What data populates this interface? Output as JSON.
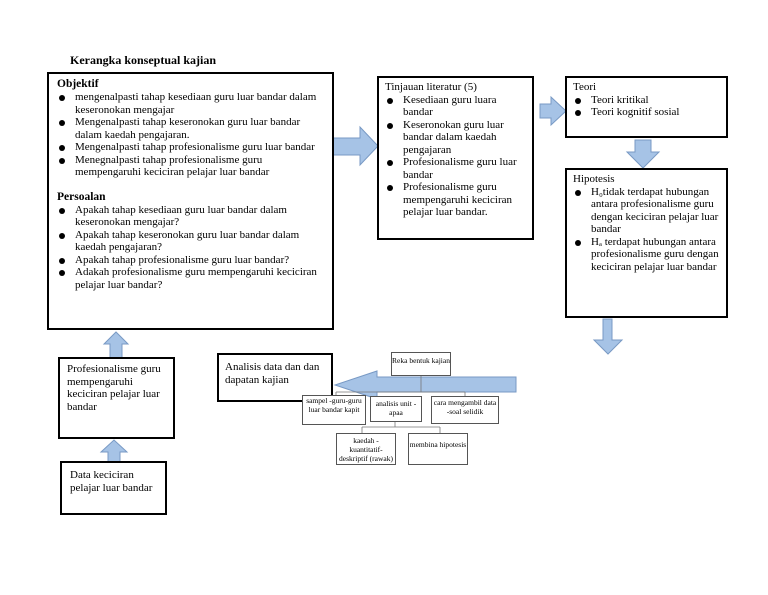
{
  "title": "Kerangka konseptual kajian",
  "objektif": {
    "heading": "Objektif",
    "items": [
      "mengenalpasti tahap kesediaan guru luar bandar dalam  keseronokan  mengajar",
      "Mengenalpasti tahap keseronokan guru luar bandar dalam  kaedah  pengajaran.",
      "Mengenalpasti tahap profesionalisme guru luar bandar",
      "Menegnalpasti tahap profesionalisme guru mempengaruhi keciciran pelajar luar bandar"
    ]
  },
  "persoalan": {
    "heading": "Persoalan",
    "items": [
      "Apakah tahap kesediaan guru luar bandar dalam keseronokan mengajar?",
      "Apakah tahap keseronokan guru luar bandar dalam kaedah pengajaran?",
      "Apakah tahap profesionalisme guru luar bandar?",
      "Adakah profesionalisme guru mempengaruhi keciciran pelajar luar bandar?"
    ]
  },
  "tinjauan": {
    "heading": "Tinjauan literatur (5)",
    "items": [
      "Kesediaan guru luara bandar",
      "Keseronokan guru luar bandar dalam kaedah pengajaran",
      "Profesionalisme guru luar bandar",
      "Profesionalisme guru mempengaruhi keciciran pelajar luar bandar."
    ]
  },
  "teori": {
    "heading": "Teori",
    "items": [
      "Teori kritikal",
      "Teori kognitif sosial"
    ]
  },
  "hipotesis": {
    "heading": "Hipotesis",
    "items": [
      "H₀tidak terdapat hubungan antara profesionalisme guru dengan keciciran pelajar luar bandar",
      "Hₐ terdapat hubungan antara profesionalisme guru dengan keciciran pelajar luar bandar"
    ]
  },
  "profesionalisme_box": "Profesionalisme guru mempengaruhi keciciran pelajar luar bandar",
  "data_box": "Data keciciran pelajar luar bandar",
  "analisis_box": "Analisis data dan dan dapatan kajian",
  "mini": {
    "reka": "Reka bentuk kajian",
    "sampel": "sampel -guru-guru luar bandar kapit",
    "analisis_unit": "analisis unit -apaa",
    "cara": "cara mengambil data -soal selidik",
    "kaedah": "kaedah - kuantitatif-deskriptif (rawak)",
    "membina": "membina hipotesis"
  },
  "colors": {
    "arrow_fill": "#a6c3e6",
    "arrow_stroke": "#7899c4"
  }
}
